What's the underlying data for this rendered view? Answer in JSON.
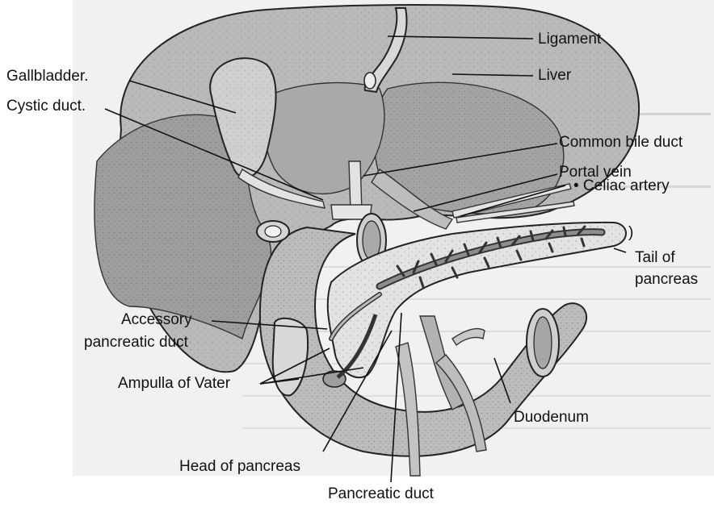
{
  "diagram": {
    "labels": {
      "ligament": "Ligament",
      "liver": "Liver",
      "gallbladder": "Gallbladder.",
      "cystic_duct": "Cystic duct.",
      "common_bile_duct": "Common bile duct",
      "portal_vein": "Portal vein",
      "celiac_artery": "• Celiac artery",
      "tail_of_pancreas_line1": "Tail of",
      "tail_of_pancreas_line2": "pancreas",
      "accessory_duct_line1": "Accessory",
      "accessory_duct_line2": "pancreatic duct",
      "ampulla_of_vater": "Ampulla of Vater",
      "duodenum": "Duodenum",
      "head_of_pancreas": "Head of pancreas",
      "pancreatic_duct": "Pancreatic duct",
      "stray_mark": ")"
    },
    "colors": {
      "background": "#ffffff",
      "scan_gray": "#efefef",
      "organ_dark": "#9c9c9c",
      "organ_mid": "#b7b7b7",
      "organ_light": "#d9d9d9",
      "outline": "#222222"
    }
  }
}
